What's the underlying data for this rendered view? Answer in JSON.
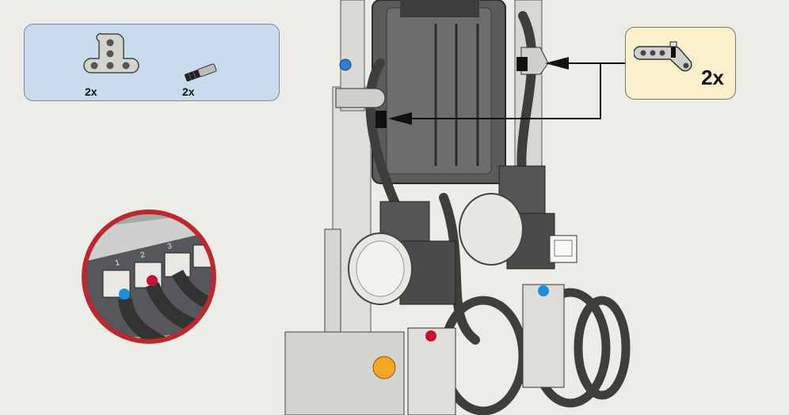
{
  "parts_panel": {
    "parts": [
      {
        "icon": "liftarm-t-icon",
        "qty": "2x"
      },
      {
        "icon": "axle-pin-icon",
        "qty": "2x"
      }
    ]
  },
  "callout": {
    "icon": "bent-liftarm-icon",
    "qty": "2x"
  },
  "port_zoom": {
    "ports": [
      "1",
      "2",
      "3"
    ]
  },
  "colors": {
    "accent_red": "#c0262e",
    "port_blue": "#1f8ed8",
    "port_red": "#c8102e",
    "panel_blue": "#c9dcee",
    "callout_yellow": "#fbf0cc"
  }
}
